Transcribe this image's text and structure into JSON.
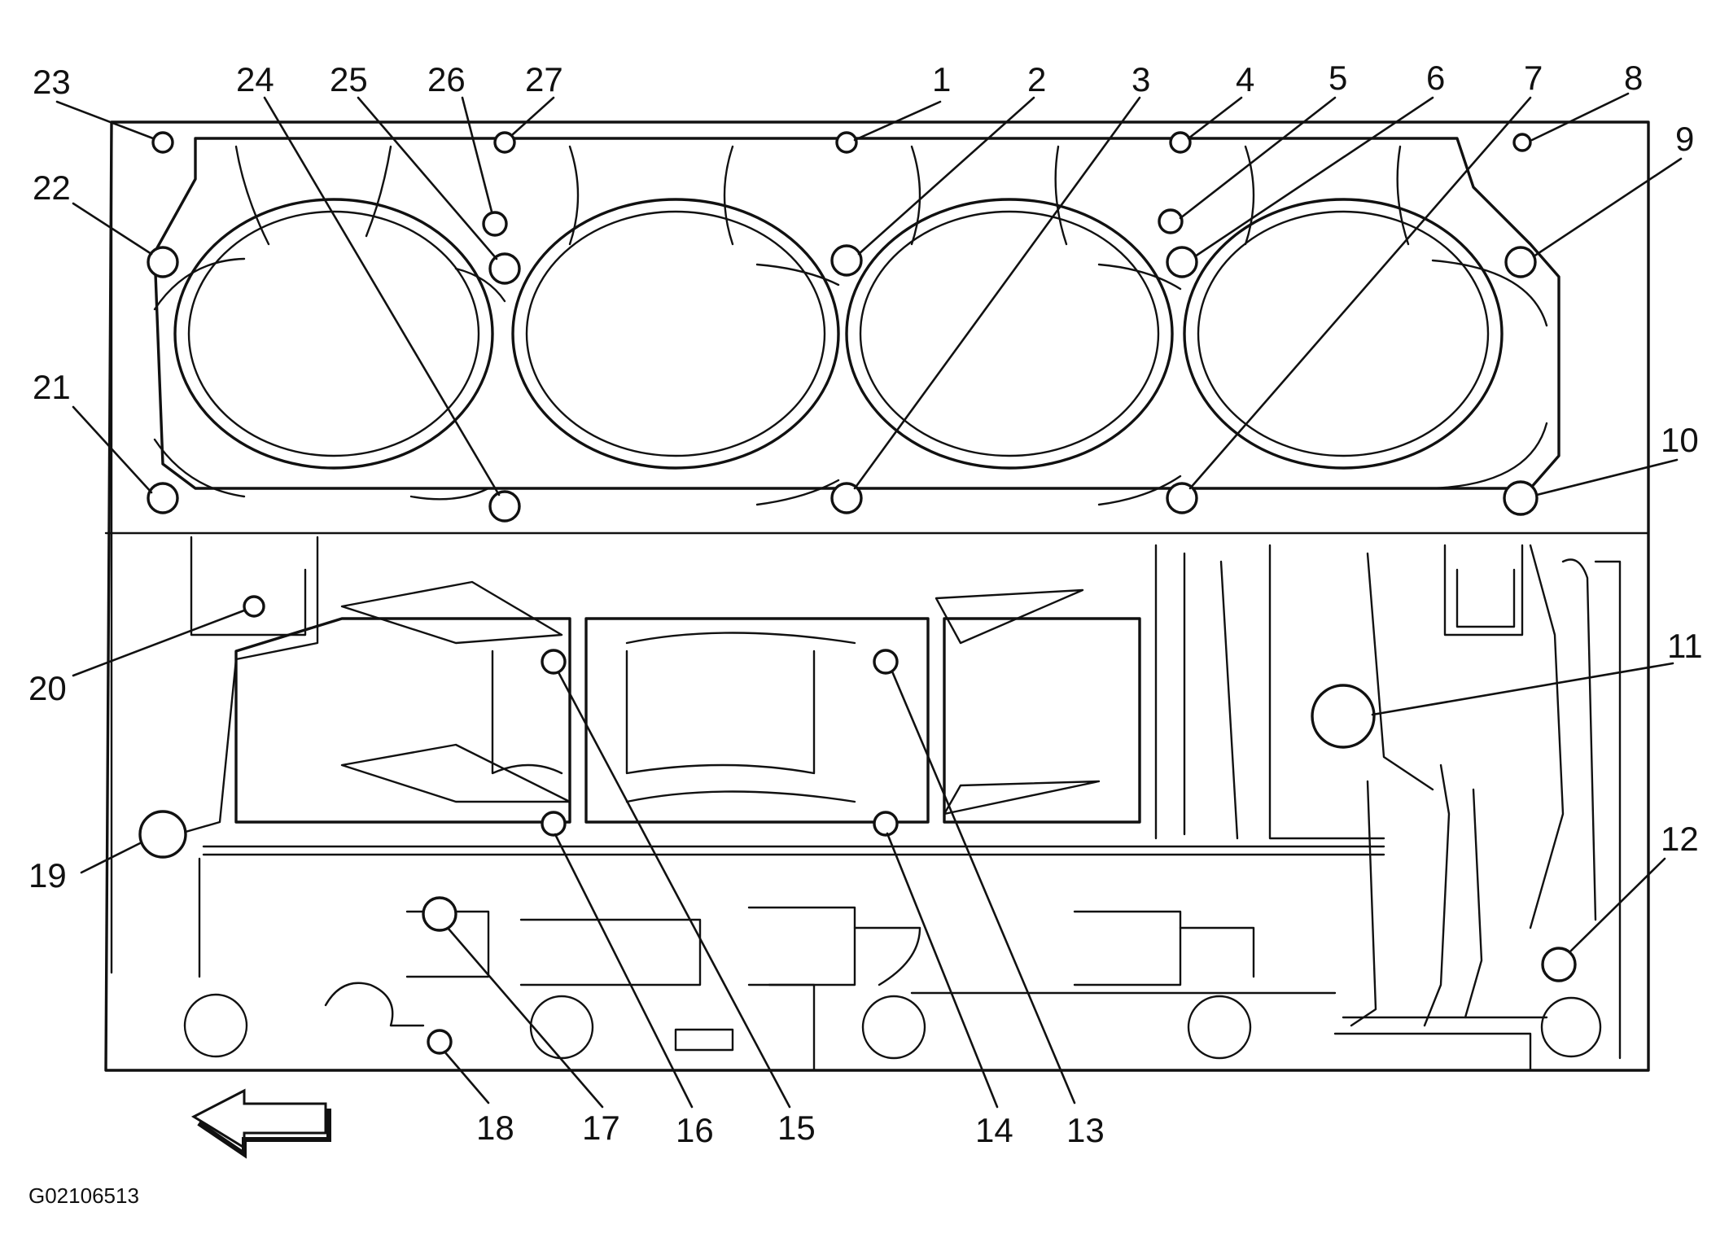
{
  "figure_id": "G02106513",
  "callouts": [
    "1",
    "2",
    "3",
    "4",
    "5",
    "6",
    "7",
    "8",
    "9",
    "10",
    "11",
    "12",
    "13",
    "14",
    "15",
    "16",
    "17",
    "18",
    "19",
    "20",
    "21",
    "22",
    "23",
    "24",
    "25",
    "26",
    "27"
  ],
  "front_arrow_icon": "left-arrow-icon",
  "colors": {
    "line": "#111111",
    "background": "#ffffff"
  }
}
